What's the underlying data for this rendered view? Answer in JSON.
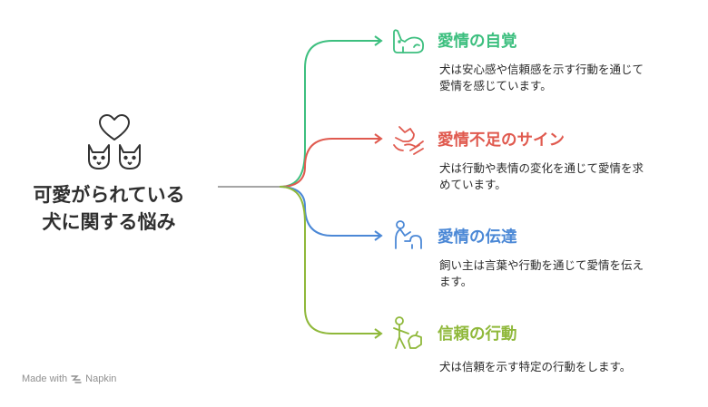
{
  "central": {
    "line1": "可愛がられている",
    "line2": "犬に関する悩み"
  },
  "branches": [
    {
      "title": "愛情の自覚",
      "desc1": "犬は安心感や信頼感を示す行動を通じて",
      "desc2": "愛情を感じています。",
      "color": "#3dbf7f",
      "icon": "dog-lying-icon"
    },
    {
      "title": "愛情不足のサイン",
      "desc1": "犬は行動や表情の変化を通じて愛情を求",
      "desc2": "めています。",
      "color": "#e05a4f",
      "icon": "dog-hand-icon"
    },
    {
      "title": "愛情の伝達",
      "desc1": "飼い主は言葉や行動を通じて愛情を伝え",
      "desc2": "ます。",
      "color": "#4b88d6",
      "icon": "person-dog-icon"
    },
    {
      "title": "信頼の行動",
      "desc1": "犬は信頼を示す特定の行動をします。",
      "desc2": "",
      "color": "#8fb83a",
      "icon": "person-training-dog-icon"
    }
  ],
  "footer": {
    "made_with": "Made with",
    "brand": "Napkin"
  }
}
